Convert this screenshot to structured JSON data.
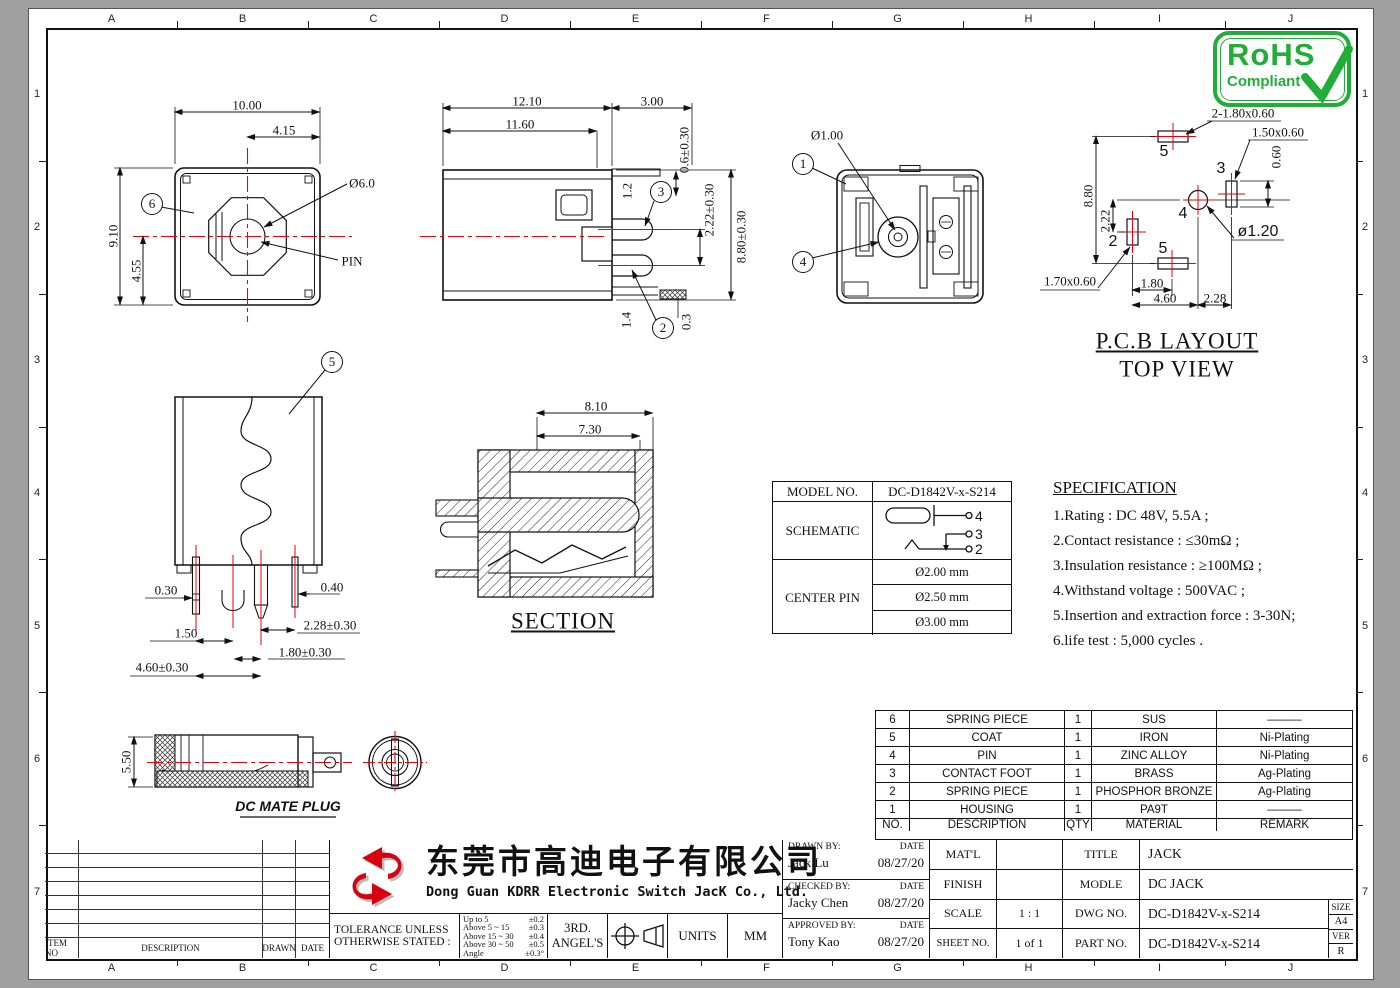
{
  "page": {
    "grid_letters": [
      "A",
      "B",
      "C",
      "D",
      "E",
      "F",
      "G",
      "H",
      "I",
      "J"
    ],
    "grid_numbers": [
      "1",
      "2",
      "3",
      "4",
      "5",
      "6",
      "7"
    ]
  },
  "rohs": {
    "title": "RoHS",
    "subtitle": "Compliant"
  },
  "front_view": {
    "balloon": "6",
    "dim_width": "10.00",
    "dim_offset": "4.15",
    "dim_height": "9.10",
    "dim_center_height": "4.55",
    "dia_label": "Ø6.0",
    "pin_label": "PIN"
  },
  "side_view": {
    "dim_len": "12.10",
    "dim_len2": "11.60",
    "dim_pin": "3.00",
    "dim_top": "0.6±0.30",
    "dim_gap": "1.2",
    "dim_pitch": "2.22±0.30",
    "dim_height": "8.80±0.30",
    "dim_low": "1.4",
    "dim_leg": "0.3",
    "balloon_top": "3",
    "balloon_bottom": "2"
  },
  "rear_view": {
    "dia_label": "Ø1.00",
    "balloon_housing": "1",
    "balloon_pin": "4"
  },
  "pcb_layout": {
    "title": "P.C.B LAYOUT",
    "subtitle": "TOP VIEW",
    "pad_top_dim": "2-1.80x0.60",
    "pad_right_dim": "1.50x0.60",
    "dim_060": "0.60",
    "dim_880": "8.80",
    "dim_222": "2.22",
    "pad_left_dim": "1.70x0.60",
    "dim_180": "1.80",
    "dim_460": "4.60",
    "dim_228": "2.28",
    "hole_dim": "ø1.20",
    "num_top": "5",
    "num_right": "3",
    "num_center": "4",
    "num_left": "2",
    "num_bottom": "5"
  },
  "coat_view": {
    "balloon": "5",
    "dim_030": "0.30",
    "dim_040": "0.40",
    "dim_150": "1.50",
    "dim_228": "2.28±0.30",
    "dim_180": "1.80±0.30",
    "dim_460": "4.60±0.30"
  },
  "section_view": {
    "title": "SECTION",
    "dim_810": "8.10",
    "dim_730": "7.30"
  },
  "plug_view": {
    "title": "DC MATE PLUG",
    "dim_550": "5.50"
  },
  "model_table": {
    "model_label": "MODEL NO.",
    "model_value": "DC-D1842V-x-S214",
    "schematic_label": "SCHEMATIC",
    "pin4": "4",
    "pin3": "3",
    "pin2": "2",
    "center_pin_label": "CENTER PIN",
    "pin_sizes": [
      "Ø2.00 mm",
      "Ø2.50 mm",
      "Ø3.00 mm"
    ]
  },
  "specification": {
    "title": "SPECIFICATION",
    "items": [
      "1.Rating : DC 48V, 5.5A ;",
      "2.Contact resistance : ≤30mΩ ;",
      "3.Insulation resistance : ≥100MΩ ;",
      "4.Withstand voltage : 500VAC ;",
      "5.Insertion and extraction force : 3-30N;",
      "6.life test : 5,000 cycles ."
    ]
  },
  "bom": {
    "headers": [
      "NO.",
      "DESCRIPTION",
      "QTY",
      "MATERIAL",
      "REMARK"
    ],
    "rows": [
      [
        "6",
        "SPRING PIECE",
        "1",
        "SUS",
        "———"
      ],
      [
        "5",
        "COAT",
        "1",
        "IRON",
        "Ni-Plating"
      ],
      [
        "4",
        "PIN",
        "1",
        "ZINC ALLOY",
        "Ni-Plating"
      ],
      [
        "3",
        "CONTACT FOOT",
        "1",
        "BRASS",
        "Ag-Plating"
      ],
      [
        "2",
        "SPRING PIECE",
        "1",
        "PHOSPHOR BRONZE",
        "Ag-Plating"
      ],
      [
        "1",
        "HOUSING",
        "1",
        "PA9T",
        "———"
      ]
    ]
  },
  "revision_table": {
    "headers": [
      "ITEM NO",
      "DESCRIPTION",
      "DRAWN",
      "DATE"
    ],
    "empty_rows": 7
  },
  "company": {
    "name_cn": "东莞市高迪电子有限公司",
    "name_en": "Dong Guan KDRR  Electronic Switch JacK Co., Ltd."
  },
  "tolerance": {
    "label_line1": "TOLERANCE UNLESS",
    "label_line2": "OTHERWISE STATED :",
    "rows": [
      {
        "range": "Up to 5",
        "tol": "±0.2"
      },
      {
        "range": "Above 5  ~ 15",
        "tol": "±0.3"
      },
      {
        "range": "Above 15 ~ 30",
        "tol": "±0.4"
      },
      {
        "range": "Above 30 ~ 50",
        "tol": "±0.5"
      },
      {
        "range": "Angle",
        "tol": "±0.3°"
      }
    ],
    "angle_line1": "3RD.",
    "angle_line2": "ANGEL'S",
    "units_label": "UNITS",
    "units_value": "MM"
  },
  "title_block": {
    "drawn_by_label": "DRAWN BY:",
    "checked_by_label": "CHECKED BY:",
    "approved_by_label": "APPROVED BY:",
    "date_label": "DATE",
    "drawn_by": "Jack  Lu",
    "drawn_date": "08/27/20",
    "checked_by": "Jacky Chen",
    "checked_date": "08/27/20",
    "approved_by": "Tony Kao",
    "approved_date": "08/27/20",
    "matl_label": "MAT'L",
    "matl_value": "",
    "finish_label": "FINISH",
    "finish_value": "",
    "scale_label": "SCALE",
    "scale_value": "1 : 1",
    "sheet_label": "SHEET NO.",
    "sheet_value": "1 of 1",
    "title_label": "TITLE",
    "title_value": "JACK",
    "modle_label": "MODLE",
    "modle_value": "DC JACK",
    "dwg_label": "DWG NO.",
    "dwg_value": "DC-D1842V-x-S214",
    "part_label": "PART NO.",
    "part_value": "DC-D1842V-x-S214",
    "size_label": "SIZE",
    "size_value": "A4",
    "ver_label": "VER",
    "ver_value": "R"
  }
}
